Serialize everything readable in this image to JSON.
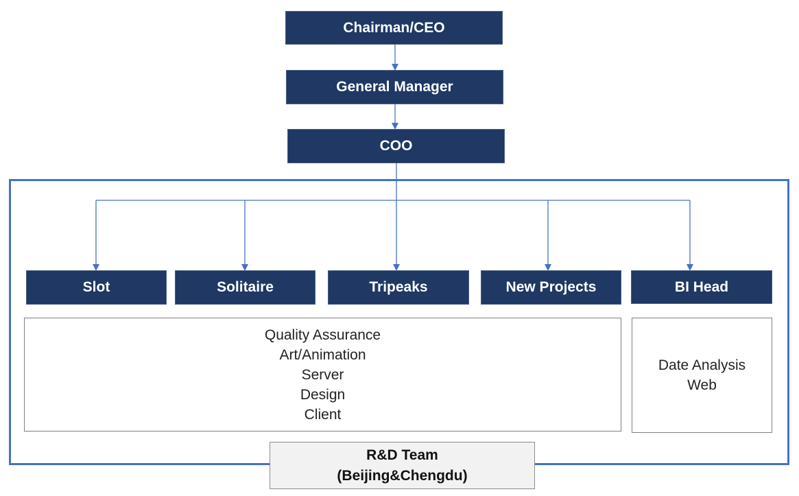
{
  "nodes": {
    "chairman": "Chairman/CEO",
    "general_manager": "General Manager",
    "coo": "COO",
    "slot": "Slot",
    "solitaire": "Solitaire",
    "tripeaks": "Tripeaks",
    "new_projects": "New Projects",
    "bi_head": "BI Head"
  },
  "shared_functions": [
    "Quality Assurance",
    "Art/Animation",
    "Server",
    "Design",
    "Client"
  ],
  "bi_functions": [
    "Date Analysis",
    "Web"
  ],
  "team_label": {
    "line1": "R&D Team",
    "line2": "(Beijing&Chengdu)"
  },
  "colors": {
    "box_fill": "#1f3864",
    "frame": "#4472c4",
    "connector": "#4472c4"
  }
}
